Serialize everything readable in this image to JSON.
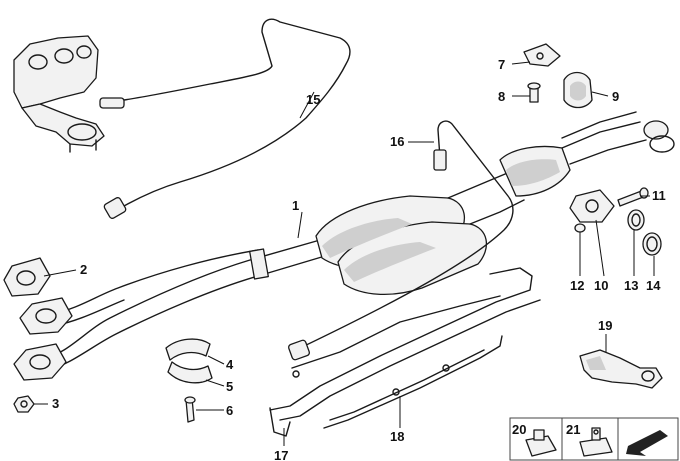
{
  "callouts": [
    {
      "id": "1",
      "label": "1"
    },
    {
      "id": "2",
      "label": "2"
    },
    {
      "id": "3",
      "label": "3"
    },
    {
      "id": "4",
      "label": "4"
    },
    {
      "id": "5",
      "label": "5"
    },
    {
      "id": "6",
      "label": "6"
    },
    {
      "id": "7",
      "label": "7"
    },
    {
      "id": "8",
      "label": "8"
    },
    {
      "id": "9",
      "label": "9"
    },
    {
      "id": "10",
      "label": "10"
    },
    {
      "id": "11",
      "label": "11"
    },
    {
      "id": "12",
      "label": "12"
    },
    {
      "id": "13",
      "label": "13"
    },
    {
      "id": "14",
      "label": "14"
    },
    {
      "id": "15",
      "label": "15"
    },
    {
      "id": "16",
      "label": "16"
    },
    {
      "id": "17",
      "label": "17"
    },
    {
      "id": "18",
      "label": "18"
    },
    {
      "id": "19",
      "label": "19"
    },
    {
      "id": "20",
      "label": "20"
    },
    {
      "id": "21",
      "label": "21"
    }
  ],
  "colors": {
    "line": "#1a1a1a",
    "fill": "#f2f2f2",
    "shade": "#cfcfcf",
    "background": "#ffffff"
  },
  "icons": {
    "nav": "arrow-icon"
  }
}
